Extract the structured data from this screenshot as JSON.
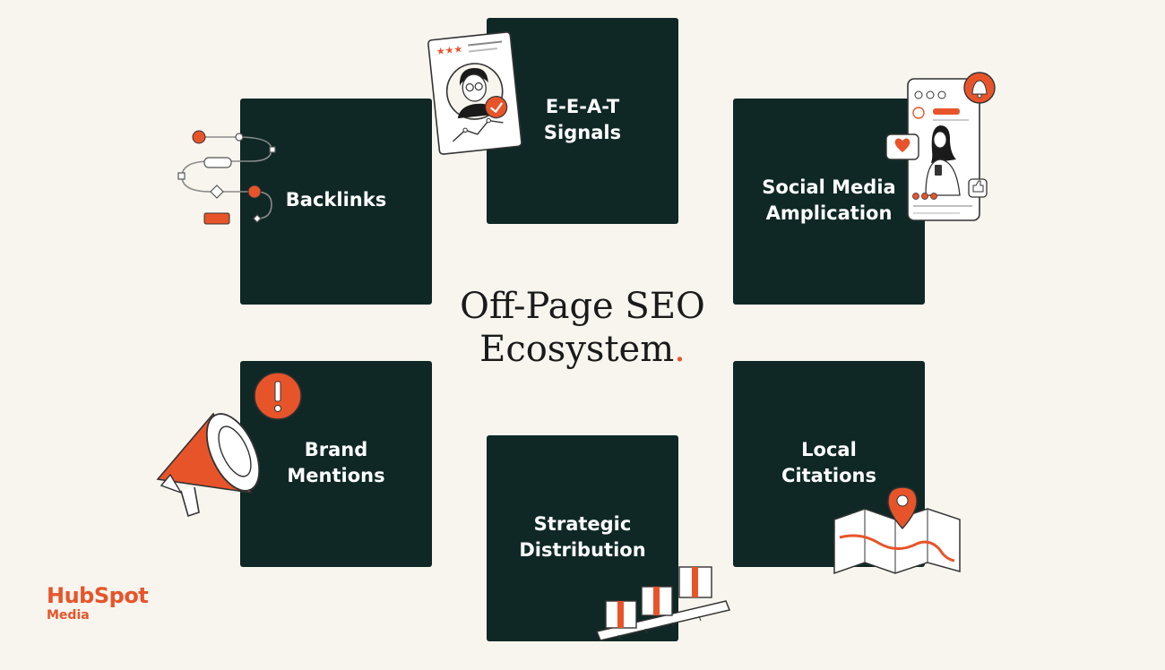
{
  "title": {
    "line1": "Off-Page SEO",
    "line2": "Ecosystem",
    "dot": "."
  },
  "cards": {
    "backlinks": "Backlinks",
    "eeat": "E-E-A-T\nSignals",
    "social": "Social Media\nAmplication",
    "brand": "Brand\nMentions",
    "strategic": "Strategic\nDistribution",
    "local": "Local\nCitations"
  },
  "logo": {
    "brand": "HubSpot",
    "sub": "Media"
  },
  "colors": {
    "background": "#f8f5ee",
    "card": "#0f2826",
    "accent": "#e8542a",
    "text": "#1a1a1a"
  }
}
